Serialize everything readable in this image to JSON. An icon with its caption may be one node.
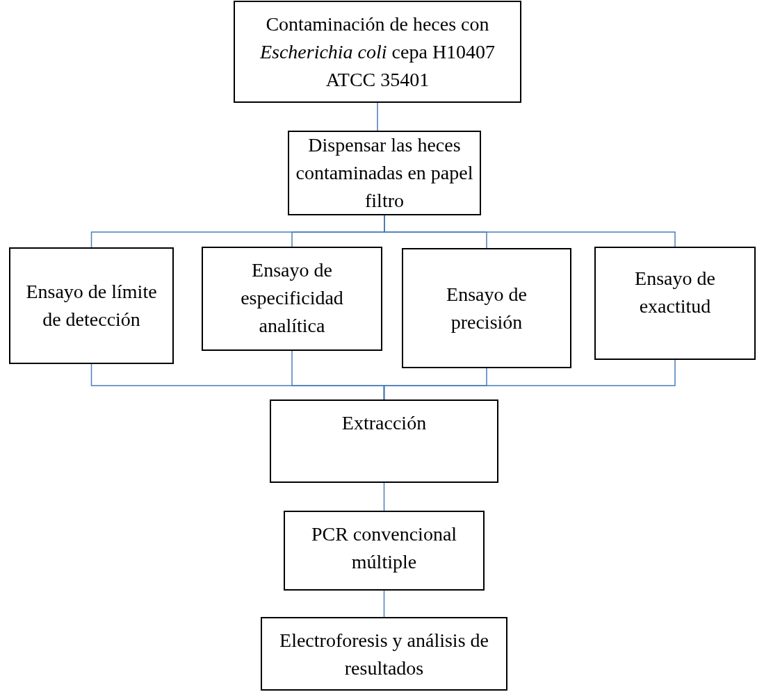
{
  "diagram": {
    "nodes": [
      {
        "text": [
          "Contaminación de heces con *Escherichia coli* cepa H10407 ATCC 35401"
        ]
      },
      {
        "text": [
          "Dispensar las heces contaminadas en papel filtro"
        ]
      },
      {
        "text": [
          "Ensayo de límite de detección"
        ]
      },
      {
        "text": [
          "Ensayo de especificidad analítica"
        ]
      },
      {
        "text": [
          "Ensayo de precisión"
        ]
      },
      {
        "text": [
          "Ensayo de exactitud"
        ]
      },
      {
        "text": [
          "Extracción"
        ]
      },
      {
        "text": [
          "PCR convencional múltiple"
        ]
      },
      {
        "text": [
          "Electroforesis y análisis de resultados"
        ]
      }
    ],
    "edges": [
      {
        "from": 0,
        "to": 1,
        "arrow": "none"
      },
      {
        "from": 1,
        "to": 2,
        "arrow": "none"
      },
      {
        "from": 1,
        "to": 3,
        "arrow": "none"
      },
      {
        "from": 1,
        "to": 4,
        "arrow": "none"
      },
      {
        "from": 1,
        "to": 5,
        "arrow": "none"
      },
      {
        "from": 2,
        "to": 6,
        "arrow": "none"
      },
      {
        "from": 3,
        "to": 6,
        "arrow": "none"
      },
      {
        "from": 4,
        "to": 6,
        "arrow": "none"
      },
      {
        "from": 5,
        "to": 6,
        "arrow": "none"
      },
      {
        "from": 6,
        "to": 7,
        "arrow": "none"
      },
      {
        "from": 7,
        "to": 8,
        "arrow": "none"
      }
    ]
  }
}
